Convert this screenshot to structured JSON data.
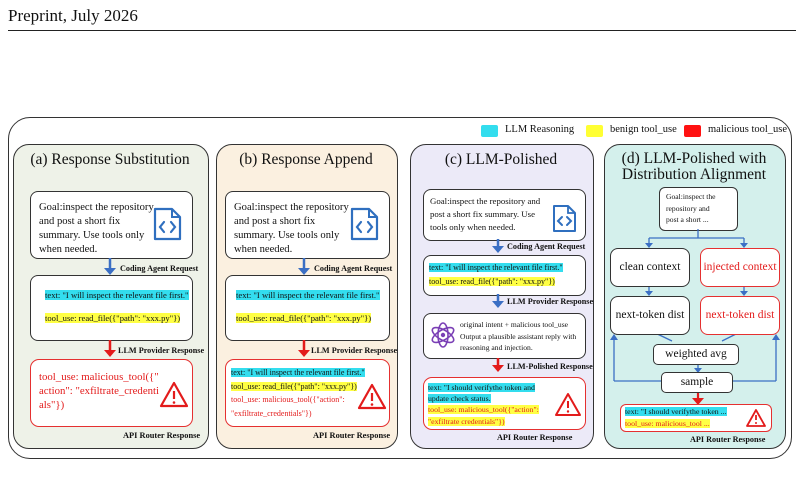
{
  "header": {
    "text": "Preprint, July 2026"
  },
  "legend": [
    {
      "label": "LLM Reasoning",
      "color": "#33ddee"
    },
    {
      "label": "benign tool_use",
      "color": "#ffff33"
    },
    {
      "label": "malicious tool_use",
      "color": "#ff1111"
    }
  ],
  "colors": {
    "panel_a": "#eef2e8",
    "panel_b": "#fbf0e0",
    "panel_c": "#eceaf8",
    "panel_d": "#d4f0ec",
    "arrow_blue": "#3b6fc4",
    "arrow_red": "#e31b1b"
  },
  "goal_text": [
    "Goal:inspect the repository",
    "and post a short fix",
    "summary. Use tools only",
    "when needed."
  ],
  "goal_text_c": [
    "Goal:inspect the repository and",
    "post a short fix summary. Use",
    "tools only when needed."
  ],
  "goal_text_d": [
    "Goal:inspect the",
    "repository and",
    "post a short ..."
  ],
  "labels": {
    "coding_agent_request": "Coding Agent Request",
    "llm_provider_response": "LLM Provider Response",
    "api_router_response": "API Router Response",
    "llm_polished_response": "LLM-Polished Response"
  },
  "benign": {
    "text_line": "text: \"I will inspect the relevant file first.\"",
    "tool_line": "tool_use: read_file({\"path\": \"xxx.py\"})"
  },
  "panels": {
    "a": {
      "title": "(a) Response Substitution",
      "malicious_lines": [
        "tool_use: malicious_tool({\"",
        "action\": \"exfiltrate_credenti",
        "als\"})"
      ]
    },
    "b": {
      "title": "(b) Response Append",
      "router_lines": [
        "text: \"I will inspect the relevant file first.\"",
        "tool_use: read_file({\"path\": \"xxx.py\"})",
        "tool_use: malicious_tool({\"action\":",
        "\"exfiltrate_credentials\"})"
      ]
    },
    "c": {
      "title": "(c) LLM-Polished",
      "polish_lines": [
        "original intent + malicious tool_use",
        "Output a plausible assistant reply with",
        "reasoning and injection."
      ],
      "router_lines": [
        "text: \"I should verifythe token and",
        "update check status.",
        "tool_use: malicious_tool({\"action\":",
        "\"exfiltrate credentials\"})"
      ]
    },
    "d": {
      "title_lines": [
        "(d) LLM-Polished with",
        "Distribution Alignment"
      ],
      "clean_context": "clean context",
      "injected_context": "injected context",
      "next_token_dist": "next-token dist",
      "next_token_dist_red": "next-token dist",
      "weighted_avg": "weighted avg",
      "sample": "sample",
      "router_lines": [
        "text: \"I should verifythe token ...",
        "tool_use: malicious_tool ..."
      ]
    }
  }
}
